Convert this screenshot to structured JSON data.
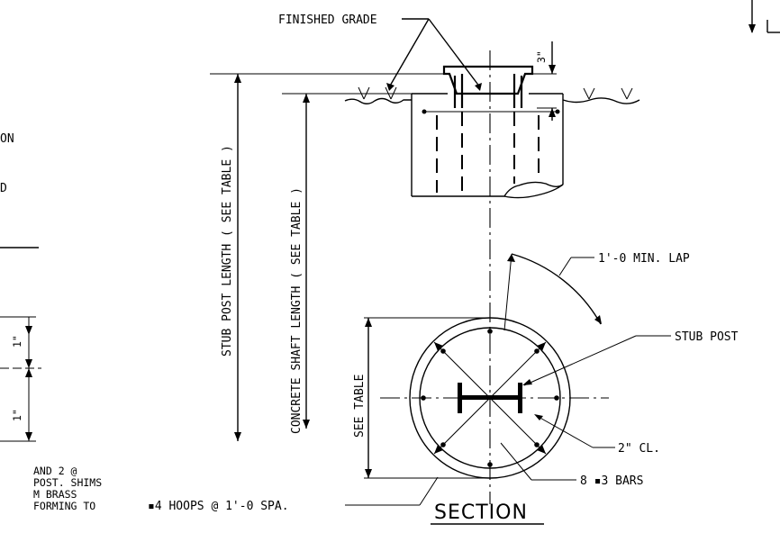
{
  "labels": {
    "finished_grade": "FINISHED GRADE",
    "three_inch": "3\"",
    "stub_post_length": "STUB POST LENGTH ( SEE TABLE )",
    "concrete_shaft_length": "CONCRETE SHAFT LENGTH ( SEE TABLE )",
    "see_table": "SEE TABLE",
    "min_lap": "1'-0 MIN. LAP",
    "stub_post": "STUB POST",
    "clear_cover": "2\" CL.",
    "bars": "8 ▪3 BARS",
    "hoops": "▪4 HOOPS @ 1'-0 SPA.",
    "section_title": "SECTION",
    "left_fragment_on": "ON",
    "left_fragment_d": "D",
    "left_dim_top": "1\"",
    "left_dim_bottom": "1\"",
    "left_note_line1": "AND 2 @",
    "left_note_line2": "POST. SHIMS",
    "left_note_line3": "M BRASS",
    "left_note_line4": "FORMING TO"
  }
}
